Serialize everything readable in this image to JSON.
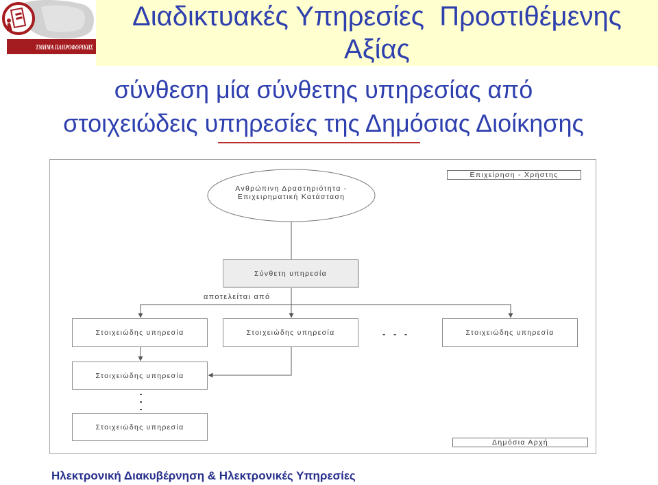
{
  "slide": {
    "title": {
      "line1": "Διαδικτυακές Υπηρεσίες  Προστιθέμενης",
      "line2": "Αξίας"
    },
    "subtitle": {
      "line1": "σύνθεση μία σύνθετης υπηρεσίας από",
      "line2": "στοιχειώδεις υπηρεσίες της Δημόσιας Διοίκησης"
    },
    "footer": "Ηλεκτρονική Διακυβέρνηση & Ηλεκτρονικές Υπηρεσίες"
  },
  "logo": {
    "icon": "university-emblem-icon",
    "text": "ΤΜΗΜΑ ΠΛΗΡΟΦΟΡΙΚΗΣ"
  },
  "diagram": {
    "business_user_label": "Επιχείρηση - Χρήστης",
    "activity": {
      "line1": "Ανθρώπινη Δραστηριότητα -",
      "line2": "Επιχειρηματική Κατάσταση"
    },
    "composite_service": "Σύνθετη υπηρεσία",
    "consists_of": "αποτελείται από",
    "elementary_services": [
      "Στοιχειώδης υπηρεσία",
      "Στοιχειώδης υπηρεσία",
      "Στοιχειώδης υπηρεσία",
      "Στοιχειώδης υπηρεσία",
      "Στοιχειώδης υπηρεσία"
    ],
    "more_marker": "- - -",
    "public_authority_label": "Δημόσια Αρχή"
  },
  "colors": {
    "title_text": "#2E3FAE",
    "footer_text": "#27308C",
    "header_band": "#FFFFCF",
    "accent_line": "#B8312F",
    "logo_red": "#A51C20"
  }
}
